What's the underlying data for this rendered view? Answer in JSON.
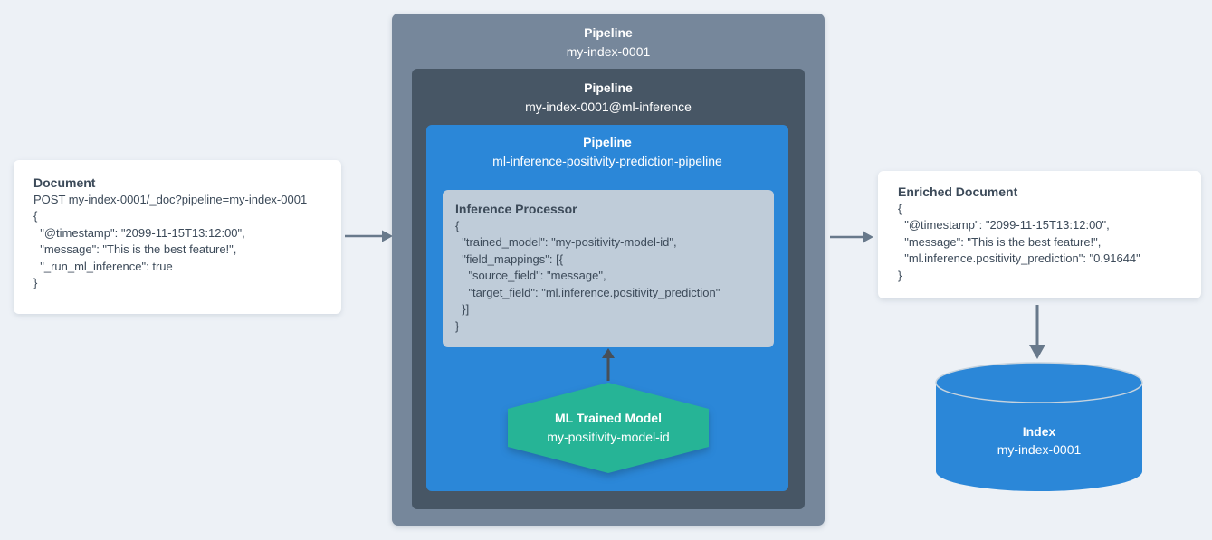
{
  "palette": {
    "canvas_bg": "#edf1f6",
    "outer_gray": "#76879b",
    "dark_slate": "#475665",
    "accent_blue": "#2b87d8",
    "processor_bg": "#bfccd9",
    "teal": "#26b496",
    "arrow_gray": "#68798b",
    "arrow_dark": "#474f58",
    "text_dark": "#3c4a59"
  },
  "document_card": {
    "title": "Document",
    "code": "POST my-index-0001/_doc?pipeline=my-index-0001\n{\n  \"@timestamp\": \"2099-11-15T13:12:00\",\n  \"message\": \"This is the best feature!\",\n  \"_run_ml_inference\": true\n}"
  },
  "outer_pipeline": {
    "label": "Pipeline",
    "name": "my-index-0001"
  },
  "inference_pipeline": {
    "label": "Pipeline",
    "name": "my-index-0001@ml-inference"
  },
  "ml_pipeline": {
    "label": "Pipeline",
    "name": "ml-inference-positivity-prediction-pipeline"
  },
  "inference_processor": {
    "title": "Inference Processor",
    "code": "{\n  \"trained_model\": \"my-positivity-model-id\",\n  \"field_mappings\": [{\n    \"source_field\": \"message\",\n    \"target_field\": \"ml.inference.positivity_prediction\"\n  }]\n}"
  },
  "ml_model": {
    "title": "ML Trained Model",
    "name": "my-positivity-model-id"
  },
  "enriched_card": {
    "title": "Enriched Document",
    "code": "{\n  \"@timestamp\": \"2099-11-15T13:12:00\",\n  \"message\": \"This is the best feature!\",\n  \"ml.inference.positivity_prediction\": \"0.91644\"\n}"
  },
  "index_store": {
    "label": "Index",
    "name": "my-index-0001"
  }
}
